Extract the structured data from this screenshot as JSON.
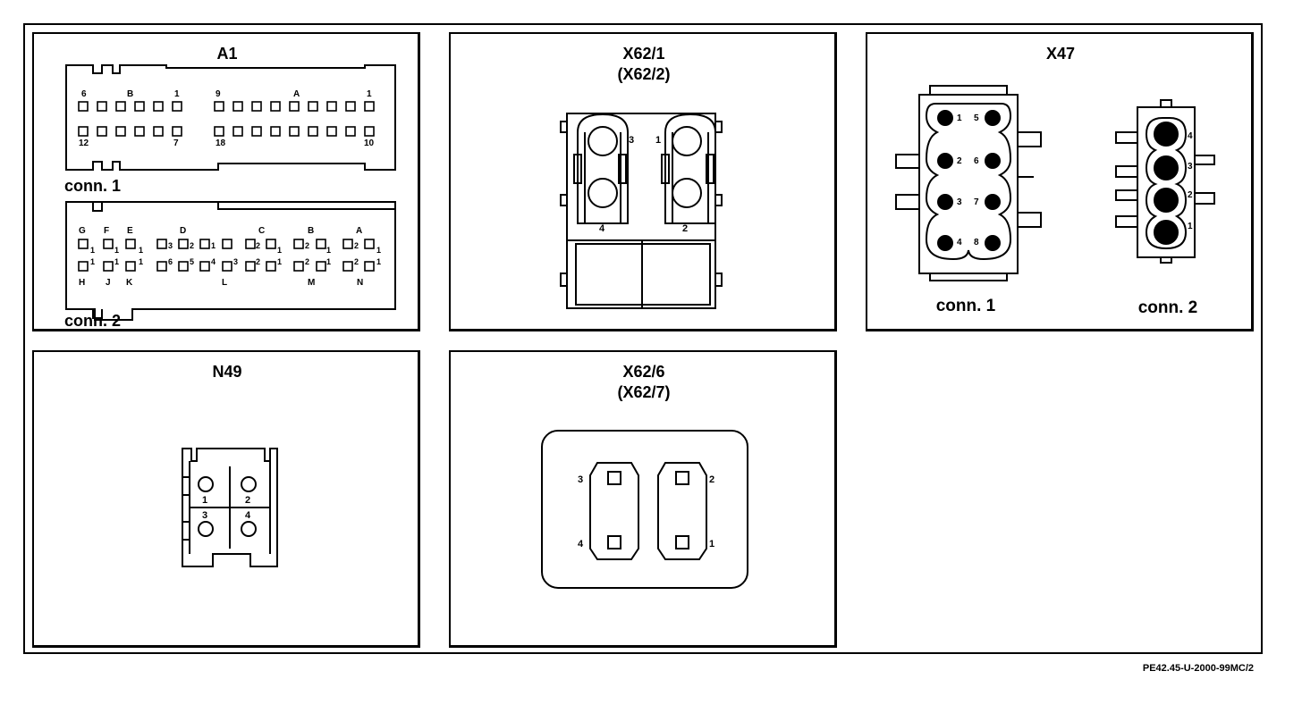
{
  "diagram_ref": "PE42.45-U-2000-99MC/2",
  "panels": {
    "a1": {
      "title": "A1",
      "conn1": {
        "label": "conn. 1",
        "top_labels": [
          "6",
          "B",
          "1",
          "9",
          "A",
          "1"
        ],
        "bottom_labels": [
          "12",
          "7",
          "18",
          "10"
        ]
      },
      "conn2": {
        "label": "conn. 2",
        "top_letters": [
          "G",
          "F",
          "E",
          "D",
          "C",
          "B",
          "A"
        ],
        "bottom_letters": [
          "H",
          "J",
          "K",
          "L",
          "M",
          "N"
        ],
        "pin_nums": [
          "1",
          "2",
          "3",
          "4",
          "5",
          "6"
        ]
      }
    },
    "x62_1": {
      "title": "X62/1",
      "subtitle": "(X62/2)",
      "pins": [
        "1",
        "2",
        "3",
        "4"
      ]
    },
    "x47": {
      "title": "X47",
      "conn1": {
        "label": "conn. 1",
        "pins": [
          "1",
          "2",
          "3",
          "4",
          "5",
          "6",
          "7",
          "8"
        ]
      },
      "conn2": {
        "label": "conn. 2",
        "pins": [
          "1",
          "2",
          "3",
          "4"
        ]
      }
    },
    "n49": {
      "title": "N49",
      "pins": [
        "1",
        "2",
        "3",
        "4"
      ]
    },
    "x62_6": {
      "title": "X62/6",
      "subtitle": "(X62/7)",
      "pins": [
        "1",
        "2",
        "3",
        "4"
      ]
    }
  }
}
